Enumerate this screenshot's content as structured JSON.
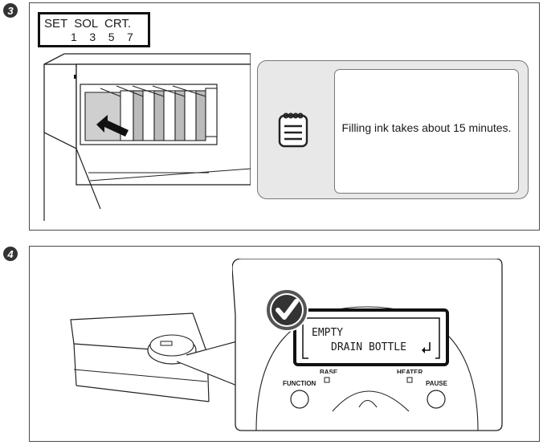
{
  "steps": [
    {
      "number": "3",
      "lcd": {
        "row1": "SET  SOL  CRT.",
        "row2": "1    3    5    7"
      },
      "note": {
        "icon": "notepad-icon",
        "text": "Filling ink takes about 15 minutes."
      }
    },
    {
      "number": "4",
      "lcd": {
        "row1": "EMPTY",
        "row2": "DRAIN BOTTLE"
      },
      "check_icon": "checkmark-icon",
      "buttons": {
        "function": "FUNCTION",
        "pause": "PAUSE"
      },
      "indicators": {
        "base": "BASE",
        "heater": "HEATER"
      }
    }
  ],
  "colors": {
    "badge": "#333333",
    "note_bg": "#e8e8e8",
    "lcd_frame": "#111111"
  }
}
